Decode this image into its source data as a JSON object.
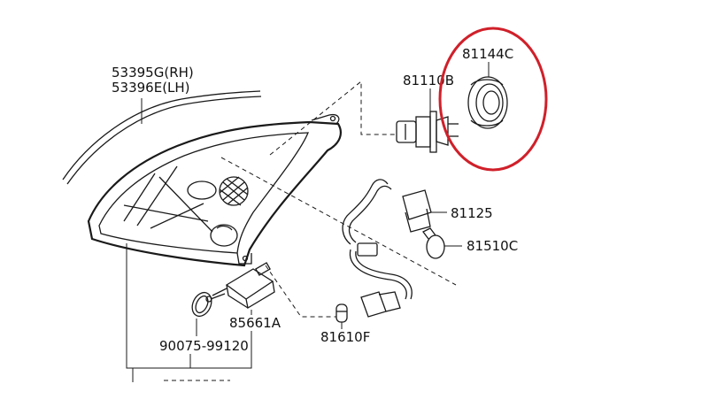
{
  "parts": {
    "p53395g": "53395G(RH)",
    "p53396e": "53396E(LH)",
    "p81110b": "81110B",
    "p81144c": "81144C",
    "p81125": "81125",
    "p81510c": "81510C",
    "p85661a": "85661A",
    "p90075": "90075-99120",
    "p81610f": "81610F"
  },
  "colors": {
    "highlight_circle": "#d0202a",
    "line": "#1a1a1a"
  },
  "icons": {
    "headlamp": "headlamp-assembly-icon",
    "bulb": "halogen-bulb-icon",
    "cap": "rubber-cover-cap-icon",
    "socket": "bulb-socket-wiring-icon",
    "small_bulb": "wedge-bulb-icon",
    "actuator": "leveling-actuator-icon",
    "oring": "o-ring-icon"
  }
}
